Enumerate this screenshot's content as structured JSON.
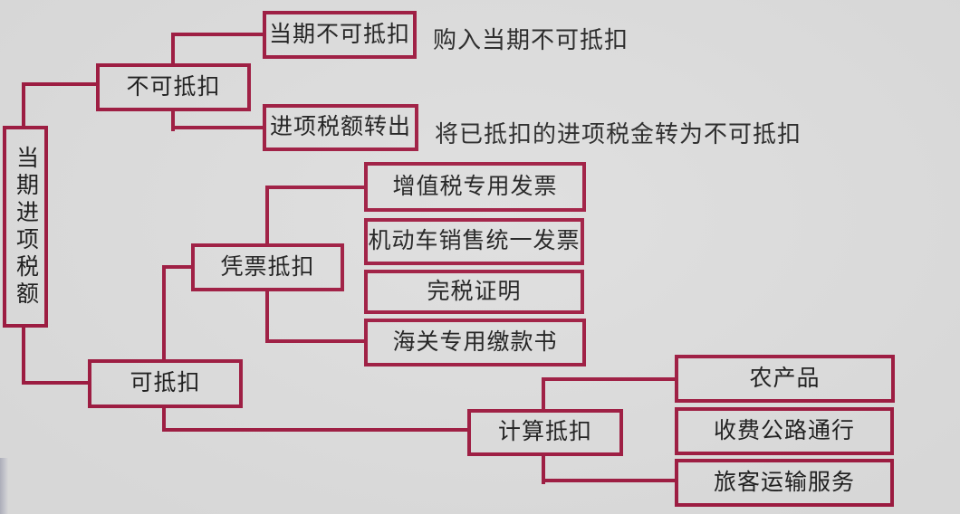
{
  "colors": {
    "line": "#a01c42",
    "background": "#dedede",
    "text": "#202020"
  },
  "diagram": {
    "root": {
      "label": "当期进项税额",
      "children": [
        {
          "label": "不可抵扣",
          "children": [
            {
              "label": "当期不可抵扣",
              "note": "购入当期不可抵扣"
            },
            {
              "label": "进项税额转出",
              "note": "将已抵扣的进项税金转为不可抵扣"
            }
          ]
        },
        {
          "label": "可抵扣",
          "children": [
            {
              "label": "凭票抵扣",
              "children": [
                {
                  "label": "增值税专用发票"
                },
                {
                  "label": "机动车销售统一发票"
                },
                {
                  "label": "完税证明"
                },
                {
                  "label": "海关专用缴款书"
                }
              ]
            },
            {
              "label": "计算抵扣",
              "children": [
                {
                  "label": "农产品"
                },
                {
                  "label": "收费公路通行"
                },
                {
                  "label": "旅客运输服务"
                }
              ]
            }
          ]
        }
      ]
    }
  }
}
